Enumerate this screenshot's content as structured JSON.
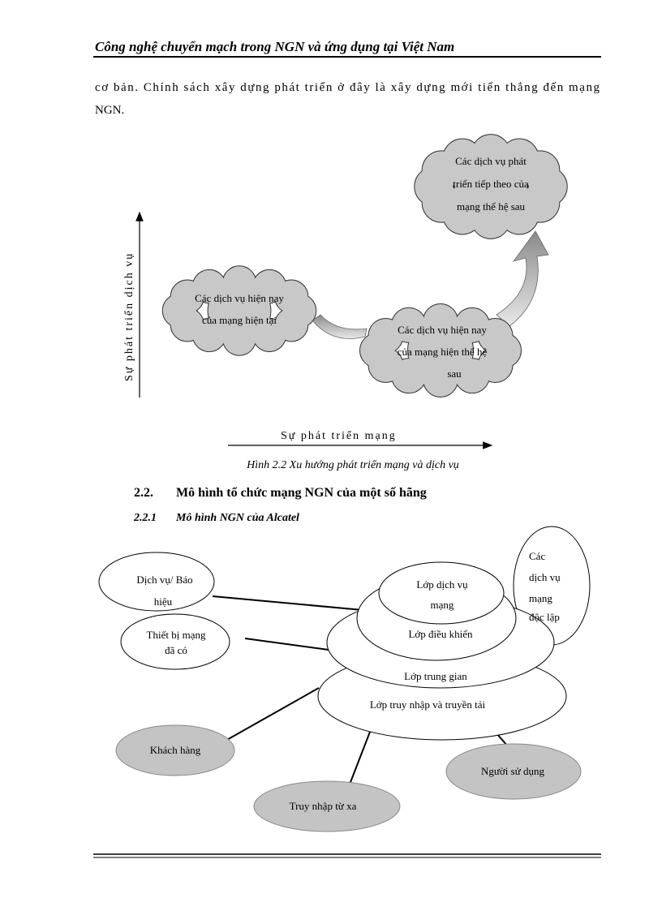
{
  "header": {
    "title": "Công nghệ chuyển mạch trong NGN và ứng dụng tại Việt Nam"
  },
  "paragraph": {
    "line1": "cơ bản. Chính sách xây dựng phát triển ở đây là xây dựng mới tiến thẳng đến mạng",
    "line2": "NGN."
  },
  "figure1": {
    "y_axis_label": "Sự phát triển dịch vụ",
    "x_axis_label": "Sự phát triển mạng",
    "clouds": [
      {
        "lines": [
          "Các dịch vụ hiện nay",
          "của mạng hiện tại"
        ]
      },
      {
        "lines": [
          "Các dịch vụ hiện nay",
          "của mạng hiện thế hệ",
          "sau"
        ]
      },
      {
        "lines": [
          "Các dịch vụ phát",
          "triển tiếp theo của",
          "mạng thế hệ sau"
        ]
      }
    ],
    "caption": "Hình 2.2 Xu hướng phát triển mạng và dịch vụ"
  },
  "section": {
    "number": "2.2.",
    "title": "Mô hình tổ chức mạng NGN của một số hãng"
  },
  "subsection": {
    "number": "2.2.1",
    "title": "Mô hình NGN của Alcatel"
  },
  "figure2": {
    "left_nodes": [
      {
        "lines": [
          "Dịch vụ/ Báo",
          "hiệu"
        ]
      },
      {
        "lines": [
          "Thiết bị mạng",
          "đã có"
        ]
      }
    ],
    "layers": {
      "service": [
        "Lớp dịch vụ",
        "mạng"
      ],
      "control": "Lớp điều khiển",
      "middle": "Lớp trung gian",
      "access": "Lớp truy nhập và truyền tải"
    },
    "independent": [
      "Các",
      "dịch vụ",
      "mạng",
      "độc lập"
    ],
    "users": [
      "Khách hàng",
      "Truy nhập từ xa",
      "Người sử dụng"
    ],
    "user_fill_color": "#c4c4c4"
  }
}
